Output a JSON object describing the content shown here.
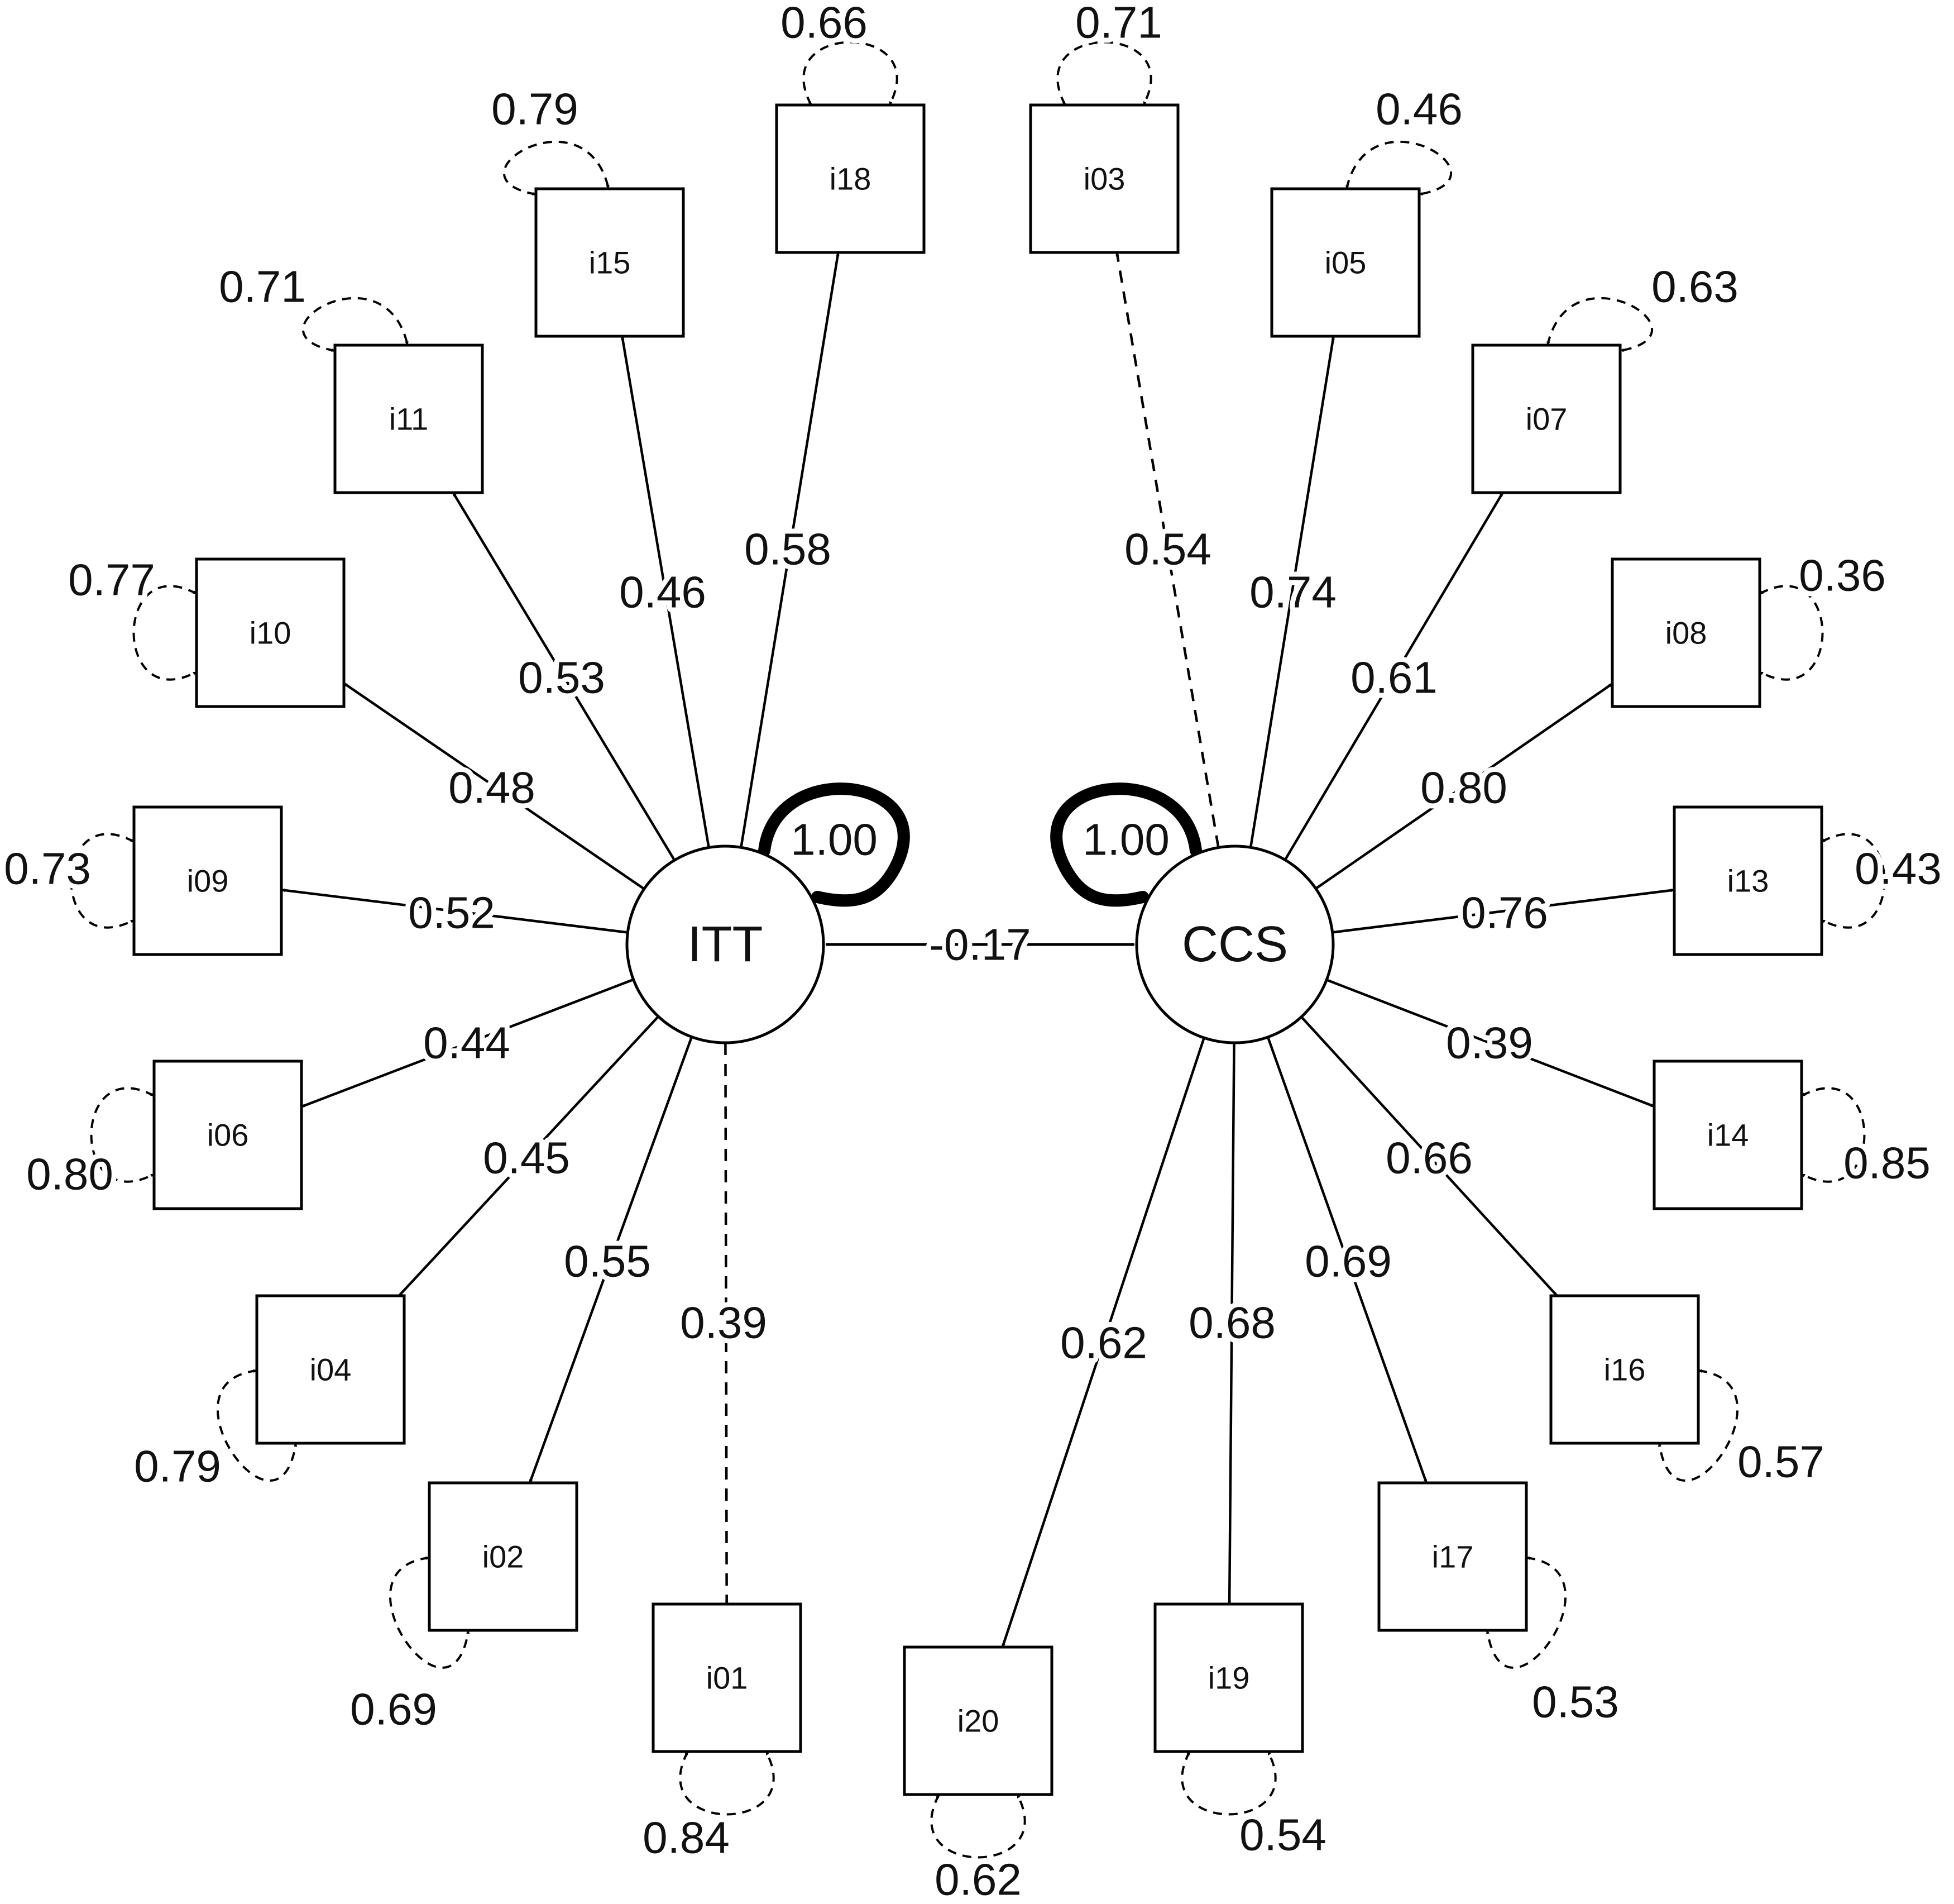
{
  "latents": [
    {
      "id": "ITT",
      "label": "ITT",
      "variance": "1.00"
    },
    {
      "id": "CCS",
      "label": "CCS",
      "variance": "1.00"
    }
  ],
  "covariance": {
    "from": "ITT",
    "to": "CCS",
    "value": "-0.17"
  },
  "indicators": [
    {
      "id": "i18",
      "label": "i18",
      "factor": "ITT",
      "loading": "0.58",
      "residual": "0.66",
      "fixed": false
    },
    {
      "id": "i15",
      "label": "i15",
      "factor": "ITT",
      "loading": "0.46",
      "residual": "0.79",
      "fixed": false
    },
    {
      "id": "i11",
      "label": "i11",
      "factor": "ITT",
      "loading": "0.53",
      "residual": "0.71",
      "fixed": false
    },
    {
      "id": "i10",
      "label": "i10",
      "factor": "ITT",
      "loading": "0.48",
      "residual": "0.77",
      "fixed": false
    },
    {
      "id": "i09",
      "label": "i09",
      "factor": "ITT",
      "loading": "0.52",
      "residual": "0.73",
      "fixed": false
    },
    {
      "id": "i06",
      "label": "i06",
      "factor": "ITT",
      "loading": "0.44",
      "residual": "0.80",
      "fixed": false
    },
    {
      "id": "i04",
      "label": "i04",
      "factor": "ITT",
      "loading": "0.45",
      "residual": "0.79",
      "fixed": false
    },
    {
      "id": "i02",
      "label": "i02",
      "factor": "ITT",
      "loading": "0.55",
      "residual": "0.69",
      "fixed": false
    },
    {
      "id": "i01",
      "label": "i01",
      "factor": "ITT",
      "loading": "0.39",
      "residual": "0.84",
      "fixed": true
    },
    {
      "id": "i03",
      "label": "i03",
      "factor": "CCS",
      "loading": "0.54",
      "residual": "0.71",
      "fixed": true
    },
    {
      "id": "i05",
      "label": "i05",
      "factor": "CCS",
      "loading": "0.74",
      "residual": "0.46",
      "fixed": false
    },
    {
      "id": "i07",
      "label": "i07",
      "factor": "CCS",
      "loading": "0.61",
      "residual": "0.63",
      "fixed": false
    },
    {
      "id": "i08",
      "label": "i08",
      "factor": "CCS",
      "loading": "0.80",
      "residual": "0.36",
      "fixed": false
    },
    {
      "id": "i13",
      "label": "i13",
      "factor": "CCS",
      "loading": "0.76",
      "residual": "0.43",
      "fixed": false
    },
    {
      "id": "i14",
      "label": "i14",
      "factor": "CCS",
      "loading": "0.39",
      "residual": "0.85",
      "fixed": false
    },
    {
      "id": "i16",
      "label": "i16",
      "factor": "CCS",
      "loading": "0.66",
      "residual": "0.57",
      "fixed": false
    },
    {
      "id": "i17",
      "label": "i17",
      "factor": "CCS",
      "loading": "0.69",
      "residual": "0.53",
      "fixed": false
    },
    {
      "id": "i19",
      "label": "i19",
      "factor": "CCS",
      "loading": "0.68",
      "residual": "0.54",
      "fixed": false
    },
    {
      "id": "i20",
      "label": "i20",
      "factor": "CCS",
      "loading": "0.62",
      "residual": "0.62",
      "fixed": false
    }
  ]
}
